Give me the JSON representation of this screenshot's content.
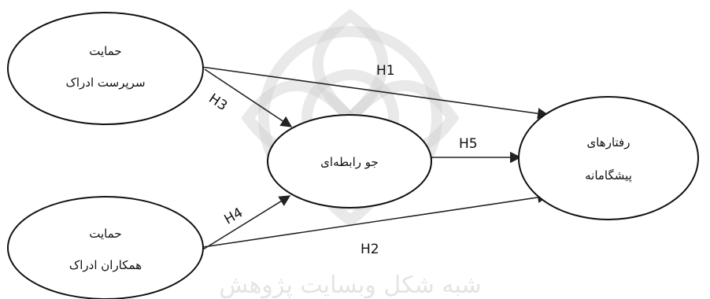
{
  "nodes": {
    "supervisor": {
      "line1": "حمایت",
      "line2": "سرپرست ادراک"
    },
    "coworkers": {
      "line1": "حمایت",
      "line2": "همکاران ادراک"
    },
    "climate": {
      "line1": "جو رابطه‌ای"
    },
    "behaviors": {
      "line1": "رفتارهای",
      "line2": "پیشگامانه"
    }
  },
  "edges": {
    "h1": "H1",
    "h2": "H2",
    "h3": "H3",
    "h4": "H4",
    "h5": "H5"
  }
}
